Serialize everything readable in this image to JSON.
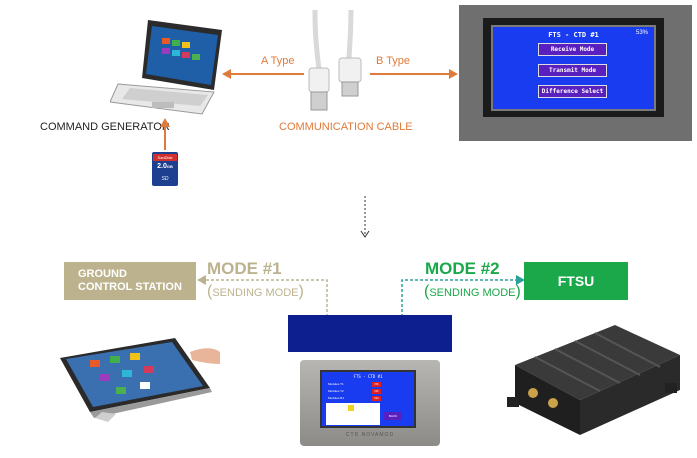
{
  "top": {
    "command_generator": "COMMAND GENERATOR",
    "a_type": "A Type",
    "b_type": "B Type",
    "communication_cable": "COMMUNICATION CABLE",
    "sd_card": {
      "brand": "SanDisk",
      "capacity": "2.0",
      "unit": "GB",
      "type": "SD"
    },
    "screen": {
      "title": "FTS - CTD #1",
      "status": "53%",
      "buttons": [
        "Receive Mode",
        "Transmit Mode",
        "Difference Select"
      ]
    }
  },
  "bottom": {
    "ground_station_line1": "GROUND",
    "ground_station_line2": "CONTROL STATION",
    "mode1": "MODE #1",
    "mode1_paren_open": "(",
    "mode1_sub": "SENDING MODE",
    "mode1_paren_close": ")",
    "mode2": "MODE #2",
    "mode2_paren_open": "(",
    "mode2_sub": "SENDING MODE",
    "mode2_paren_close": ")",
    "ftsu": "FTSU",
    "small_screen": {
      "title": "FTS - CTD #1",
      "rows": [
        "Modules T1",
        "Modules T2",
        "Modules R1"
      ],
      "status_cells": [
        "OK",
        "OK",
        "NG"
      ],
      "button": "BACK",
      "footer": "CTD NOVAMOD"
    }
  },
  "colors": {
    "orange": "#e07a3a",
    "tan": "#bcb38e",
    "green": "#1aa84a",
    "navy": "#0d1f8e",
    "teal_dash": "#2aa198",
    "purple": "#5a1fbf"
  }
}
